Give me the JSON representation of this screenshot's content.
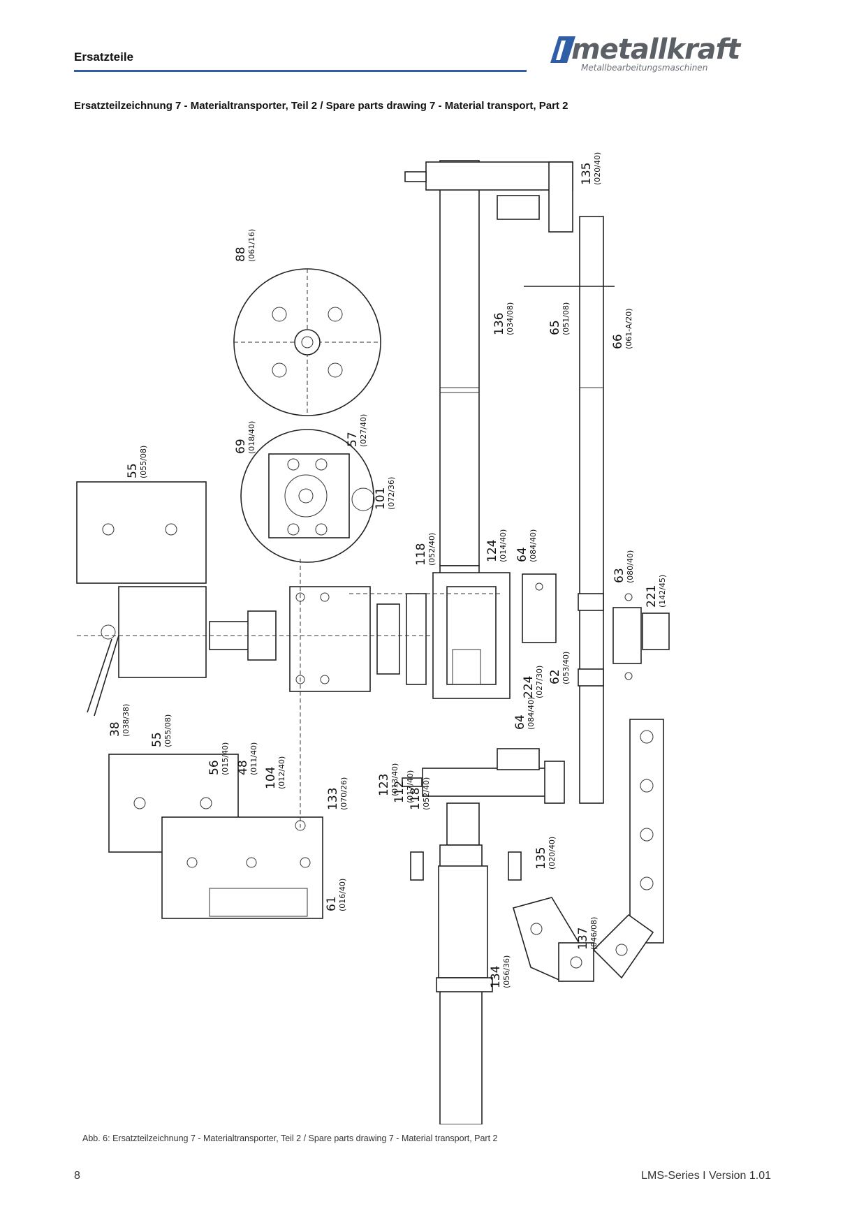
{
  "header": {
    "title": "Ersatzteile",
    "logo_text": "metallkraft",
    "logo_subtitle": "Metallbearbeitungsmaschinen",
    "accent_color": "#2f5ea6"
  },
  "drawing": {
    "title": "Ersatzteilzeichnung 7 - Materialtransporter, Teil 2 / Spare parts drawing 7 - Material transport, Part 2",
    "callouts": [
      {
        "number": "135",
        "code": "(020/40)"
      },
      {
        "number": "88",
        "code": "(061/16)"
      },
      {
        "number": "136",
        "code": "(034/08)"
      },
      {
        "number": "65",
        "code": "(051/08)"
      },
      {
        "number": "66",
        "code": "(061-A/20)"
      },
      {
        "number": "69",
        "code": "(018/40)"
      },
      {
        "number": "57",
        "code": "(027/40)"
      },
      {
        "number": "55",
        "code": "(055/08)"
      },
      {
        "number": "101",
        "code": "(072/36)"
      },
      {
        "number": "118",
        "code": "(052/40)"
      },
      {
        "number": "124",
        "code": "(014/40)"
      },
      {
        "number": "64",
        "code": "(084/40)"
      },
      {
        "number": "63",
        "code": "(080/40)"
      },
      {
        "number": "221",
        "code": "(142/45)"
      },
      {
        "number": "62",
        "code": "(053/40)"
      },
      {
        "number": "224",
        "code": "(027/30)"
      },
      {
        "number": "56",
        "code": "(015/40)"
      },
      {
        "number": "48",
        "code": "(011/40)"
      },
      {
        "number": "104",
        "code": "(012/40)"
      },
      {
        "number": "123",
        "code": "(013/40)"
      },
      {
        "number": "112",
        "code": "(017/40)"
      },
      {
        "number": "118",
        "code": "(052/40)"
      },
      {
        "number": "64",
        "code": "(084/40)"
      },
      {
        "number": "38",
        "code": "(038/38)"
      },
      {
        "number": "55",
        "code": "(055/08)"
      },
      {
        "number": "133",
        "code": "(070/26)"
      },
      {
        "number": "135",
        "code": "(020/40)"
      },
      {
        "number": "61",
        "code": "(016/40)"
      },
      {
        "number": "137",
        "code": "(046/08)"
      },
      {
        "number": "134",
        "code": "(056/36)"
      }
    ]
  },
  "caption": "Abb. 6: Ersatzteilzeichnung 7 - Materialtransporter, Teil 2 / Spare parts drawing 7 - Material transport, Part 2",
  "footer": {
    "page_number": "8",
    "version": "LMS-Series I Version 1.01"
  }
}
